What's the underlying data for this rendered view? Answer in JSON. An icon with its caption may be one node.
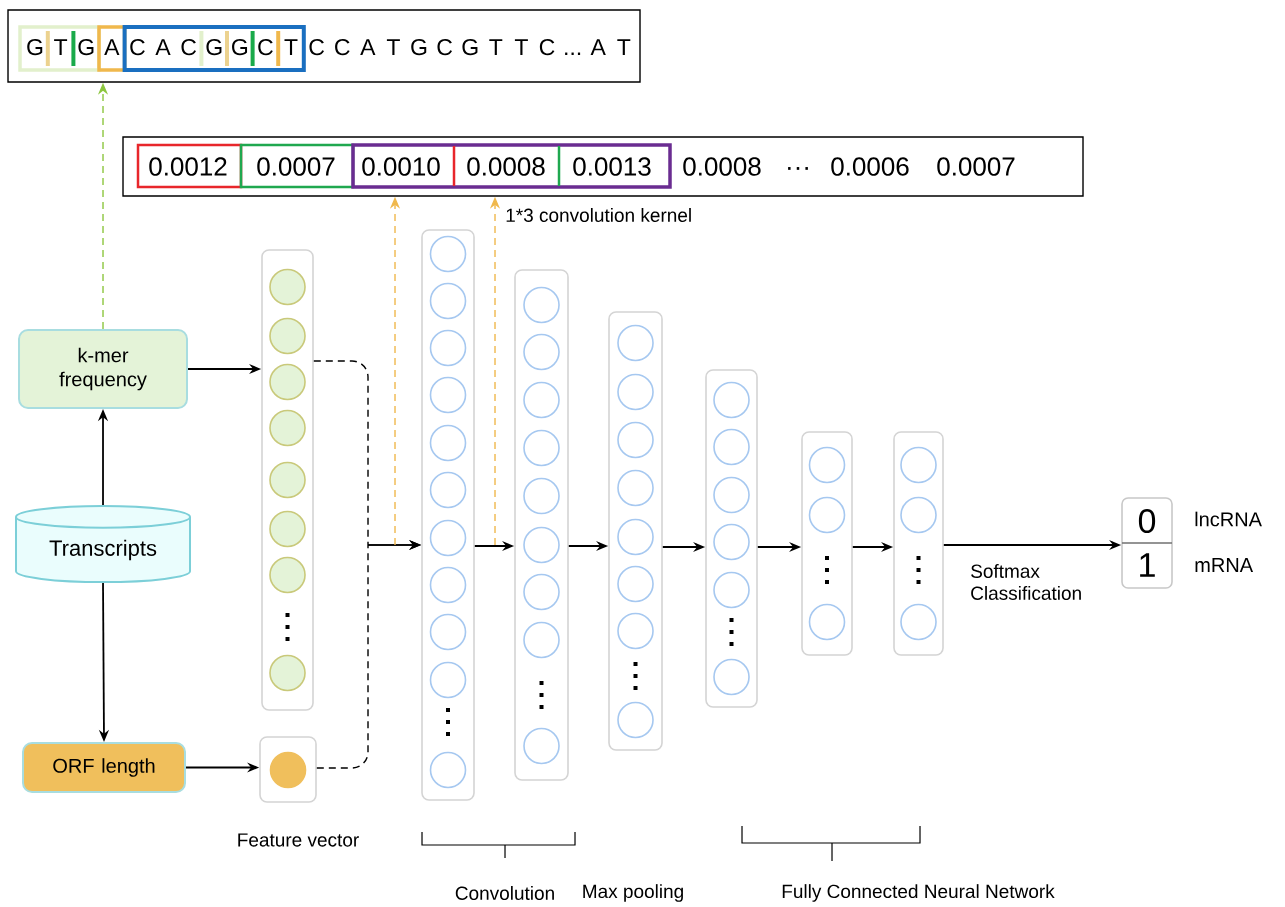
{
  "diagram": {
    "nodes": [
      {
        "text": [
          "G",
          "T",
          "G",
          "A",
          "C",
          "A",
          "C",
          "G",
          "G",
          "C",
          "T",
          "C",
          "C",
          "A",
          "T",
          "G",
          "C",
          "G",
          "T",
          "T",
          "C",
          "...",
          "A",
          "T"
        ]
      },
      {
        "text": [
          "0.0012",
          "0.0007",
          "0.0010",
          "0.0008",
          "0.0013",
          "0.0008",
          "···",
          "0.0006",
          "0.0007"
        ]
      },
      {
        "text": [
          "k-mer frequency"
        ]
      },
      {
        "text": [
          "Transcripts"
        ]
      },
      {
        "text": [
          "ORF length"
        ]
      },
      {
        "text": [],
        "shape": "box"
      },
      {
        "text": [],
        "shape": "box"
      },
      {
        "text": [],
        "shape": "box"
      },
      {
        "text": [],
        "shape": "box"
      },
      {
        "text": [],
        "shape": "box"
      },
      {
        "text": [],
        "shape": "box"
      },
      {
        "text": [],
        "shape": "box"
      },
      {
        "text": [],
        "shape": "box"
      },
      {
        "text": [
          "0",
          "1"
        ],
        "beside": [
          "lncRNA",
          "mRNA"
        ]
      }
    ],
    "edges": [
      {
        "from": 3,
        "to": 2,
        "arrow": "to"
      },
      {
        "from": 3,
        "to": 4,
        "arrow": "to"
      },
      {
        "from": 2,
        "to": 5,
        "arrow": "to"
      },
      {
        "from": 4,
        "to": 6,
        "arrow": "to"
      },
      {
        "from": 2,
        "to": 0,
        "arrow": "to",
        "style": "dashed",
        "color": "#8cc63f"
      },
      {
        "from": 5,
        "to": 7,
        "arrow": "to",
        "style": "dashed"
      },
      {
        "from": 6,
        "to": 7,
        "arrow": "to",
        "style": "dashed"
      },
      {
        "from": 7,
        "to": 8,
        "arrow": "to"
      },
      {
        "from": 8,
        "to": 9,
        "arrow": "to"
      },
      {
        "from": 9,
        "to": 10,
        "arrow": "to"
      },
      {
        "from": 10,
        "to": 11,
        "arrow": "to"
      },
      {
        "from": 11,
        "to": 12,
        "arrow": "to"
      },
      {
        "from": 12,
        "to": 13,
        "arrow": "to"
      },
      {
        "from": null,
        "to": 1,
        "arrow": "to",
        "style": "dashed",
        "color": "#f0b84c"
      },
      {
        "from": null,
        "to": 1,
        "arrow": "to",
        "style": "dashed",
        "color": "#f0b84c"
      }
    ],
    "labels": [
      "1*3 convolution kernel",
      "Feature vector",
      "Softmax Classification",
      "Convolution",
      "Max pooling",
      "Fully Connected Neural Network"
    ]
  }
}
